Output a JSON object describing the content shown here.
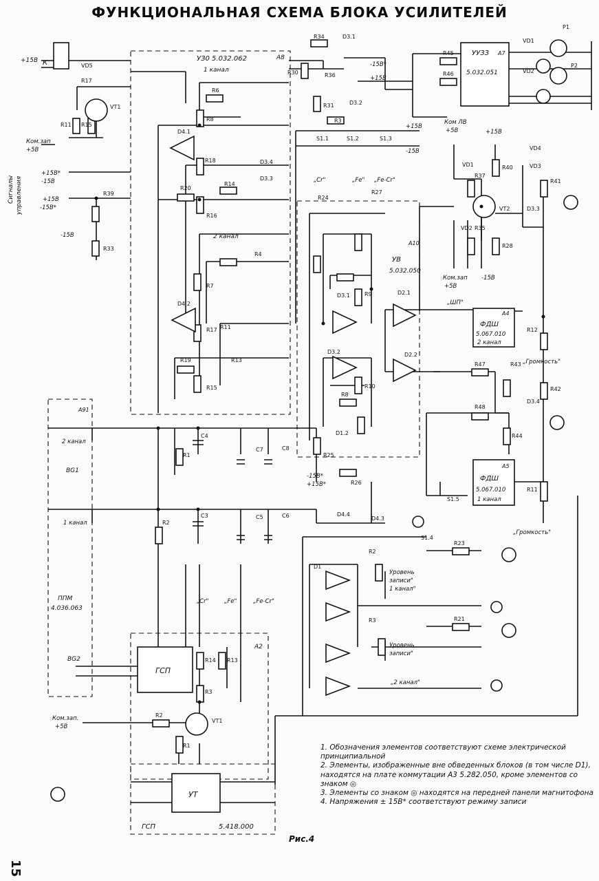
{
  "title": "ФУНКЦИОНАЛЬНАЯ СХЕМА БЛОКА УСИЛИТЕЛЕЙ",
  "figure_caption": "Рис.4",
  "page_number": "15",
  "blocks": {
    "u30": "УЗ0   5.032.062",
    "u30_tag": "А8",
    "uusz": "УУЗЗ",
    "uusz_code": "5.032.051",
    "uusz_tag": "А7",
    "uv": "УВ",
    "uv_code": "5.032.050",
    "uv_tag": "А10",
    "fdsh2": "ФДШ",
    "fdsh2_code": "5.067.010",
    "fdsh2_ch": "2 канал",
    "fdsh2_tag": "А4",
    "fdsh1": "ФДШ",
    "fdsh1_code": "5.067.010",
    "fdsh1_ch": "1 канал",
    "fdsh1_tag": "А5",
    "gsp": "ГСП",
    "gsp_tag": "А2",
    "ut": "УТ",
    "gsp_bottom": "ГСП",
    "gsp_bottom_code": "5.418.000",
    "ppm": "ППМ",
    "ppm_code": "4.036.063",
    "a91": "А91"
  },
  "channel_labels": {
    "ch1": "1 канал",
    "ch2": "2 канал",
    "ch2b": "2 канал",
    "ch2_bg": "2 канал",
    "ch1_bg": "1 канал",
    "ch2_rec": "„2 канал\""
  },
  "controls": {
    "volume_top": "„Громкость\"",
    "volume_bottom": "„Громкость\"",
    "rec_level_ch1_a": "Уровень",
    "rec_level_ch1_b": "записи\"",
    "rec_level_ch1_c": "1 канал\"",
    "rec_level_ch2_a": "Уровень",
    "rec_level_ch2_b": "записи\"",
    "shp": "„ШП\""
  },
  "tape_types": {
    "cr": "„Cr\"",
    "fe": "„Fe\"",
    "fecr": "„Fe-Cr\""
  },
  "side_labels": {
    "signals_a": "Сигналы",
    "signals_b": "управления",
    "kom_zap_top": "Ком.зап",
    "kom_zap_top_v": "+5В",
    "kom_zap_left": "Ком.зап",
    "kom_zap_left_v": "+5В",
    "kom_zap_mid": "Ком.зап",
    "kom_zap_mid_v": "+5В",
    "kom_lv": "Ком ЛВ",
    "kom_lv_v": "+5В",
    "kom_zap_bottom": "Ком.зап.",
    "kom_zap_bottom_v": "+5В"
  },
  "voltages": {
    "p15": "+15В",
    "m15": "-15В",
    "p15s": "+15В*",
    "m15s": "-15В*",
    "p5": "+5В"
  },
  "components": {
    "k": "К",
    "vd5": "VD5",
    "r17": "R17",
    "r11": "R11",
    "r15": "R15",
    "vt1": "VT1",
    "r39": "R39",
    "r33": "R33",
    "r34": "R34",
    "r30": "R30",
    "r36": "R36",
    "d31": "D3.1",
    "d32": "D3.2",
    "r31": "R31",
    "r45": "R45",
    "r46": "R46",
    "r6": "R6",
    "r8": "R8",
    "d41": "D4.1",
    "d34": "D3.4",
    "d33": "D3.3",
    "r18": "R18",
    "r20": "R20",
    "r14": "R14",
    "r16": "R16",
    "r3": "R3",
    "s11": "S1.1",
    "s12": "S1.2",
    "s13": "S1.3",
    "r24": "R24",
    "r27": "R27",
    "d42": "D4.2",
    "r7": "R7",
    "r17b": "R17",
    "r19": "R19",
    "r13": "R13",
    "r15b": "R15",
    "d21": "D2.1",
    "d22": "D2.2",
    "d31b": "D3.1",
    "d32b": "D3.2",
    "r4": "R4",
    "r11b": "R11",
    "r9": "R9",
    "r10": "R10",
    "r8b": "R8",
    "d12": "D1.2",
    "r26": "R26",
    "r25": "R25",
    "d44": "D4.4",
    "d43": "D4.3",
    "r2b": "R2",
    "r3b": "R3",
    "r23": "R23",
    "r21": "R21",
    "d1": "D1",
    "r37": "R37",
    "r40": "R40",
    "vd1": "VD1",
    "vd2": "VD2",
    "vd3": "VD3",
    "vd4": "VD4",
    "vt2": "VT2",
    "r35": "R35",
    "r28": "R28",
    "r41": "R41",
    "r12": "R12",
    "r47": "R47",
    "r43": "R43",
    "r42": "R42",
    "r48": "R48",
    "r44": "R44",
    "r11s": "R11",
    "d33b": "D3.3",
    "d34b": "D3.4",
    "c4": "C4",
    "c3": "C3",
    "c7": "C7",
    "c8": "C8",
    "c5": "C5",
    "c6": "C6",
    "r1": "R1",
    "r2": "R2",
    "bg1": "BG1",
    "bg2": "BG2",
    "r14g": "R14",
    "r13g": "R13",
    "r3g": "R3",
    "r2g": "R2",
    "vt1g": "VT1",
    "r1g": "R1",
    "s15": "S1.5",
    "s14": "S1.4",
    "p1": "P1",
    "p2": "P2",
    "vd1s": "VD1",
    "vd2s": "VD2"
  },
  "notes": [
    "1. Обозначения элементов соответствуют схеме электрической принципиальной",
    "2. Элементы, изображенные вне обведенных блоков (в том числе D1), находятся на плате коммутации А3  5.282.050, кроме элементов со знаком ◎",
    "3. Элементы со знаком ◎ находятся на передней панели магнитофона",
    "4. Напряжения ± 15В* соответствуют режиму записи"
  ]
}
